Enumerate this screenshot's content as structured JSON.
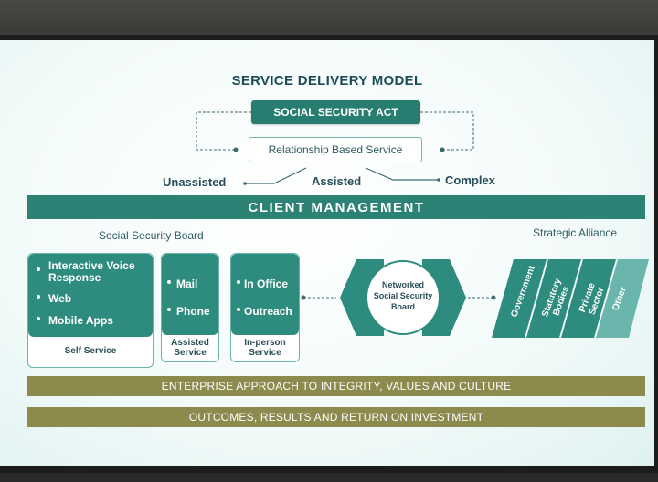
{
  "diagram": {
    "title": "SERVICE DELIVERY MODEL",
    "act": "SOCIAL SECURITY ACT",
    "relationship": "Relationship Based Service",
    "levels": [
      "Unassisted",
      "Assisted",
      "Complex"
    ],
    "client_management": "CLIENT MANAGEMENT",
    "board_label": "Social Security Board",
    "alliance_label": "Strategic Alliance",
    "self_service": {
      "items": [
        "Interactive Voice\nResponse",
        "Web",
        "Mobile Apps"
      ],
      "caption": "Self Service"
    },
    "assisted_service": {
      "items": [
        "Mail",
        "Phone"
      ],
      "caption": "Assisted\nService"
    },
    "inperson_service": {
      "items": [
        "In Office",
        "Outreach"
      ],
      "caption": "In-person\nService"
    },
    "networked": "Networked\nSocial Security\nBoard",
    "alliances": [
      "Government",
      "Statutory\nBodies",
      "Private\nSector",
      "Other"
    ],
    "bar_integrity": "ENTERPRISE APPROACH TO INTEGRITY, VALUES AND CULTURE",
    "bar_outcomes": "OUTCOMES, RESULTS AND RETURN ON INVESTMENT"
  },
  "colors": {
    "teal": "#2e8c7f",
    "dark_teal": "#267d70",
    "gold": "#8d8a4e",
    "navy_text": "#1e4b58"
  }
}
